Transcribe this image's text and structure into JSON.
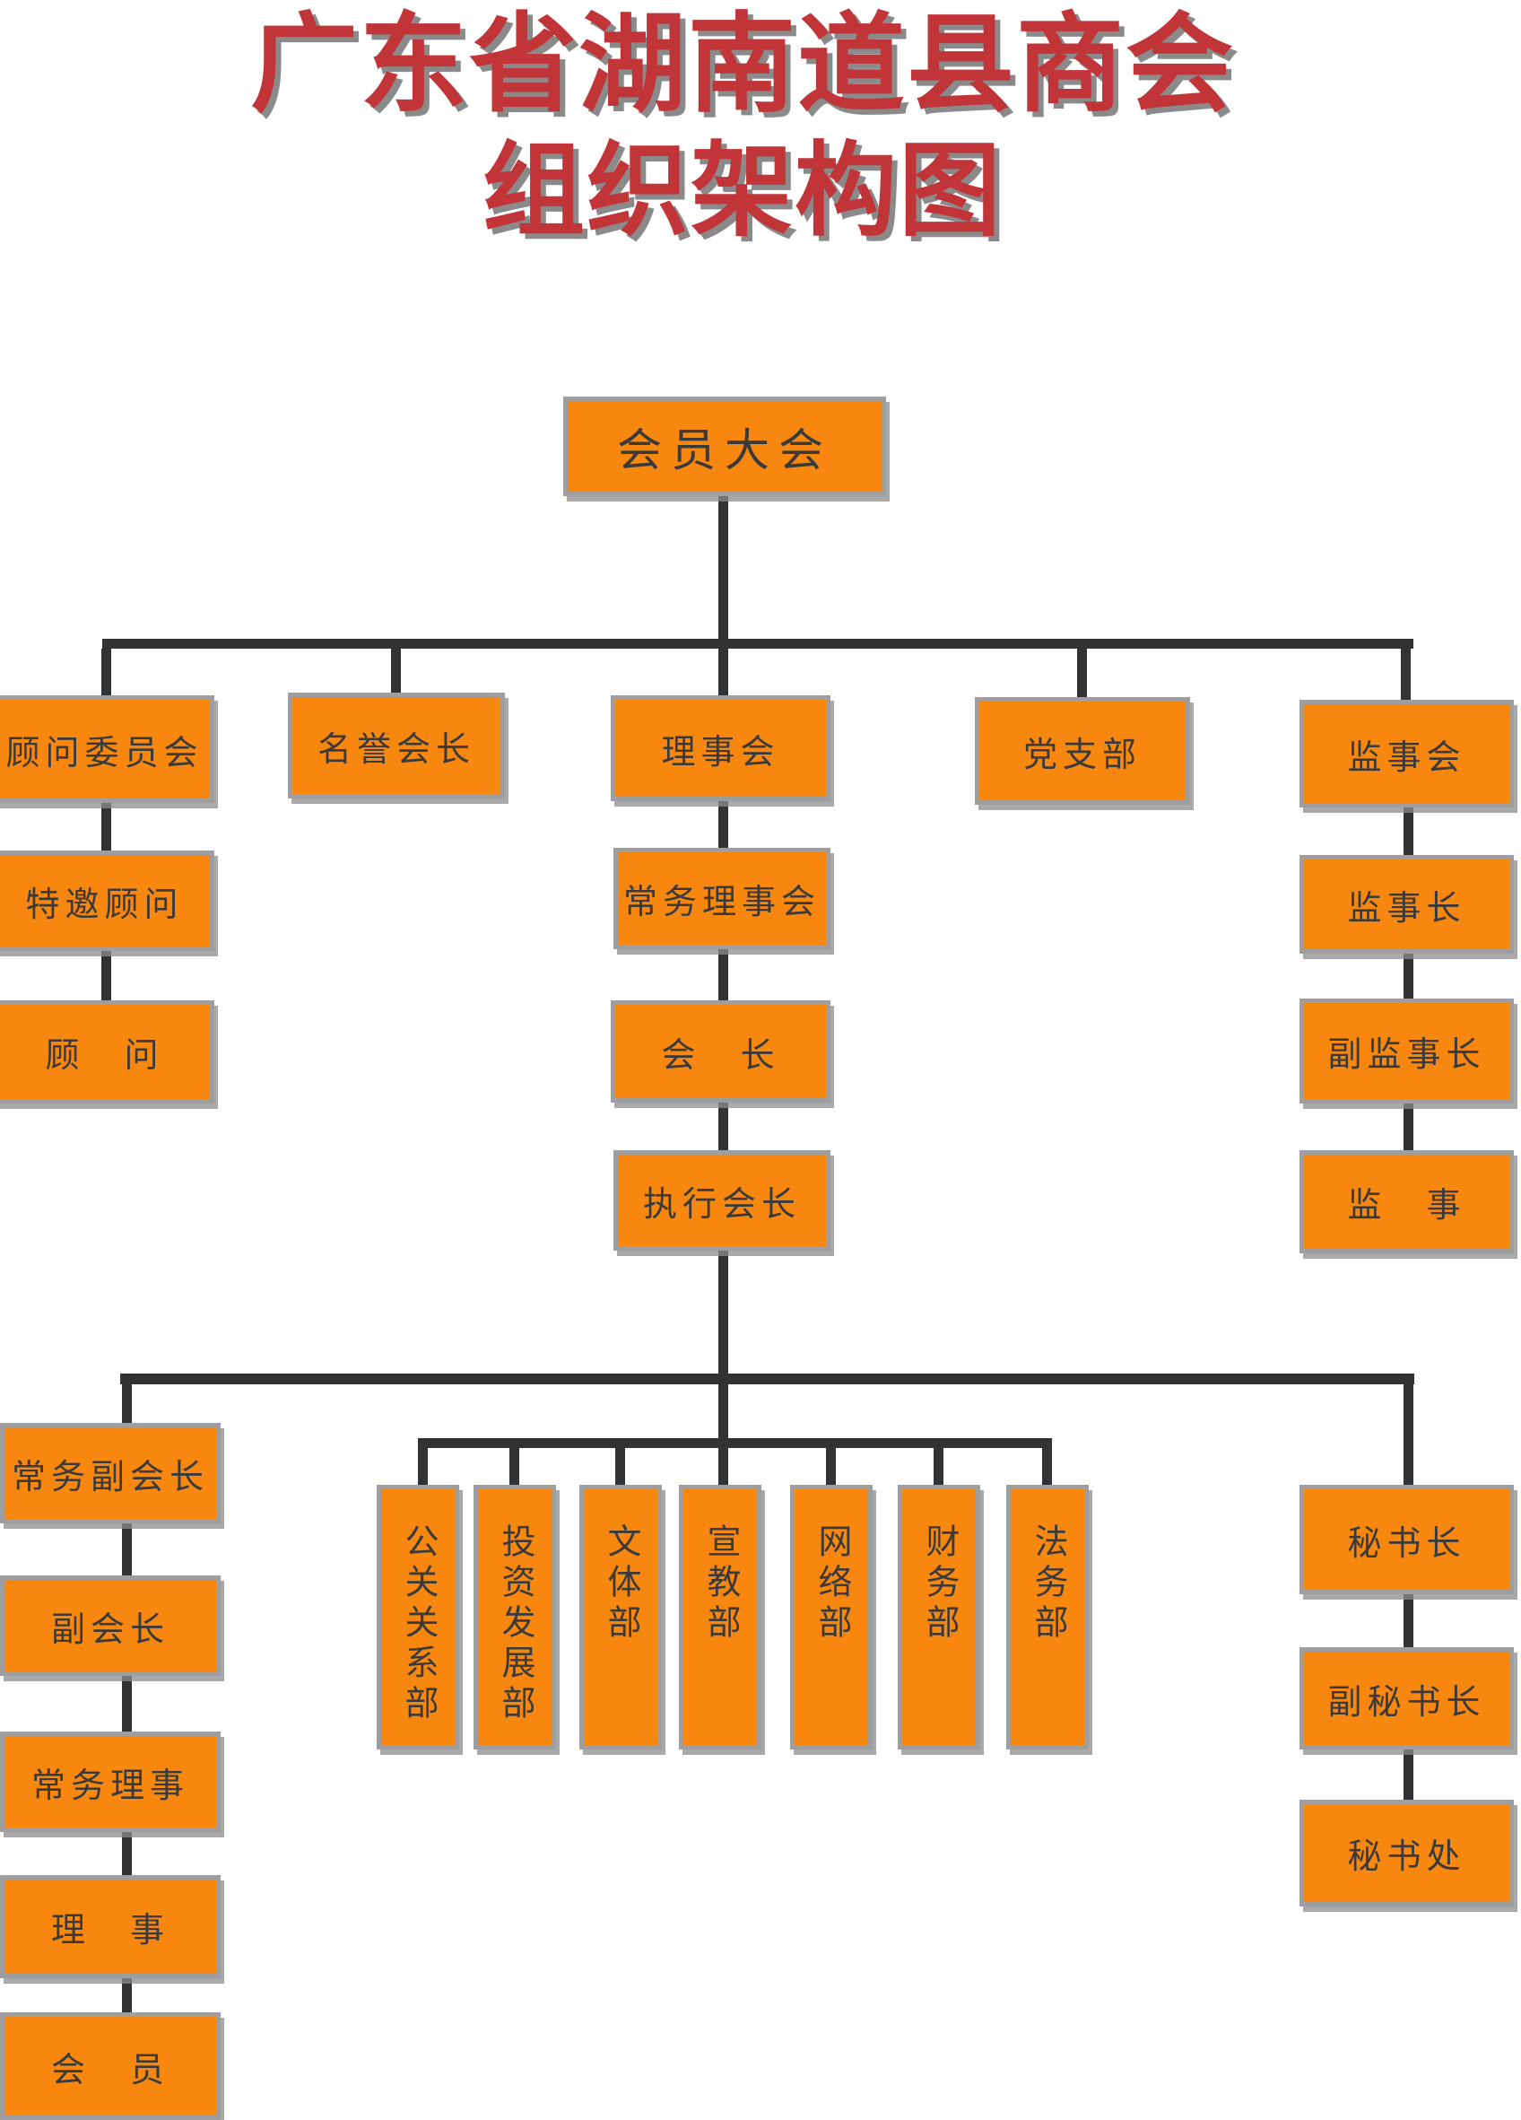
{
  "title": {
    "line1": "广东省湖南道县商会",
    "line2": "组织架构图"
  },
  "org": {
    "root": "会员大会",
    "level2": {
      "advisory_committee": "顾问委员会",
      "honorary_president": "名誉会长",
      "council": "理事会",
      "party_branch": "党支部",
      "supervisory_board": "监事会"
    },
    "advisory_chain": {
      "special_advisor": "特邀顾问",
      "advisor": "顾　问"
    },
    "council_chain": {
      "standing_council": "常务理事会",
      "president": "会　长",
      "executive_president": "执行会长"
    },
    "supervisory_chain": {
      "chief_supervisor": "监事长",
      "deputy_chief_supervisor": "副监事长",
      "supervisor": "监　事"
    },
    "executive_left_chain": {
      "standing_vice_president": "常务副会长",
      "vice_president": "副会长",
      "standing_director": "常务理事",
      "director": "理　事",
      "member": "会　员"
    },
    "departments": {
      "public_relations": "公关关系部",
      "investment_development": "投资发展部",
      "culture_sports": "文体部",
      "publicity_education": "宣教部",
      "network": "网络部",
      "finance": "财务部",
      "legal": "法务部"
    },
    "secretary_chain": {
      "secretary_general": "秘书长",
      "deputy_secretary_general": "副秘书长",
      "secretariat": "秘书处"
    }
  },
  "colors": {
    "box_fill": "#F8870F",
    "box_border": "#9E9E9E",
    "box_text": "#3A3A3A",
    "connector": "#313234",
    "title_red": "#C13438"
  }
}
